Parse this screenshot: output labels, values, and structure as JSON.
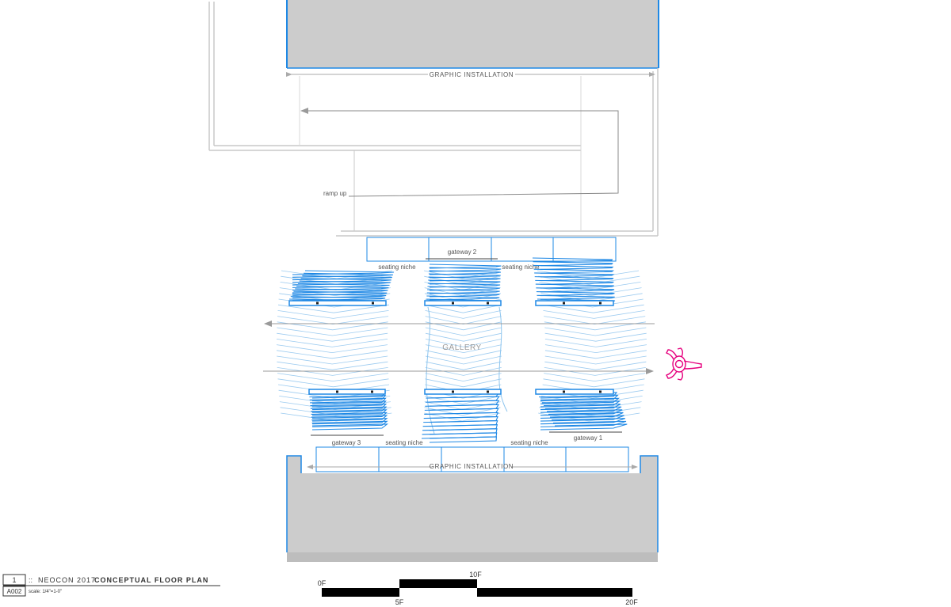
{
  "labels": {
    "graphic_installation_top": "GRAPHIC INSTALLATION",
    "graphic_installation_bottom": "GRAPHIC INSTALLATION",
    "ramp_up": "ramp up",
    "gateway_1": "gateway 1",
    "gateway_2": "gateway 2",
    "gateway_3": "gateway 3",
    "seating_niche_tl": "seating niche",
    "seating_niche_tr": "seating niche",
    "seating_niche_bl": "seating niche",
    "seating_niche_br": "seating niche",
    "gallery": "GALLERY"
  },
  "title_block": {
    "number": "1",
    "separator": "::",
    "project": "NEOCON 2017",
    "title": "CONCEPTUAL FLOOR PLAN",
    "sheet": "A002",
    "scale": "scale: 1/4\"=1-0\""
  },
  "scale_bar": {
    "label_0": "0F",
    "label_5": "5F",
    "label_10": "10F",
    "label_20": "20F"
  },
  "colors": {
    "accent_blue": "#1e88e5",
    "light_blue": "#8ec5ee",
    "wall_gray": "#cccccc",
    "line_gray": "#aaaaaa",
    "person_magenta": "#e6007e"
  },
  "icons": {
    "person": "person-top-view-icon",
    "arrow": "arrow-icon"
  }
}
